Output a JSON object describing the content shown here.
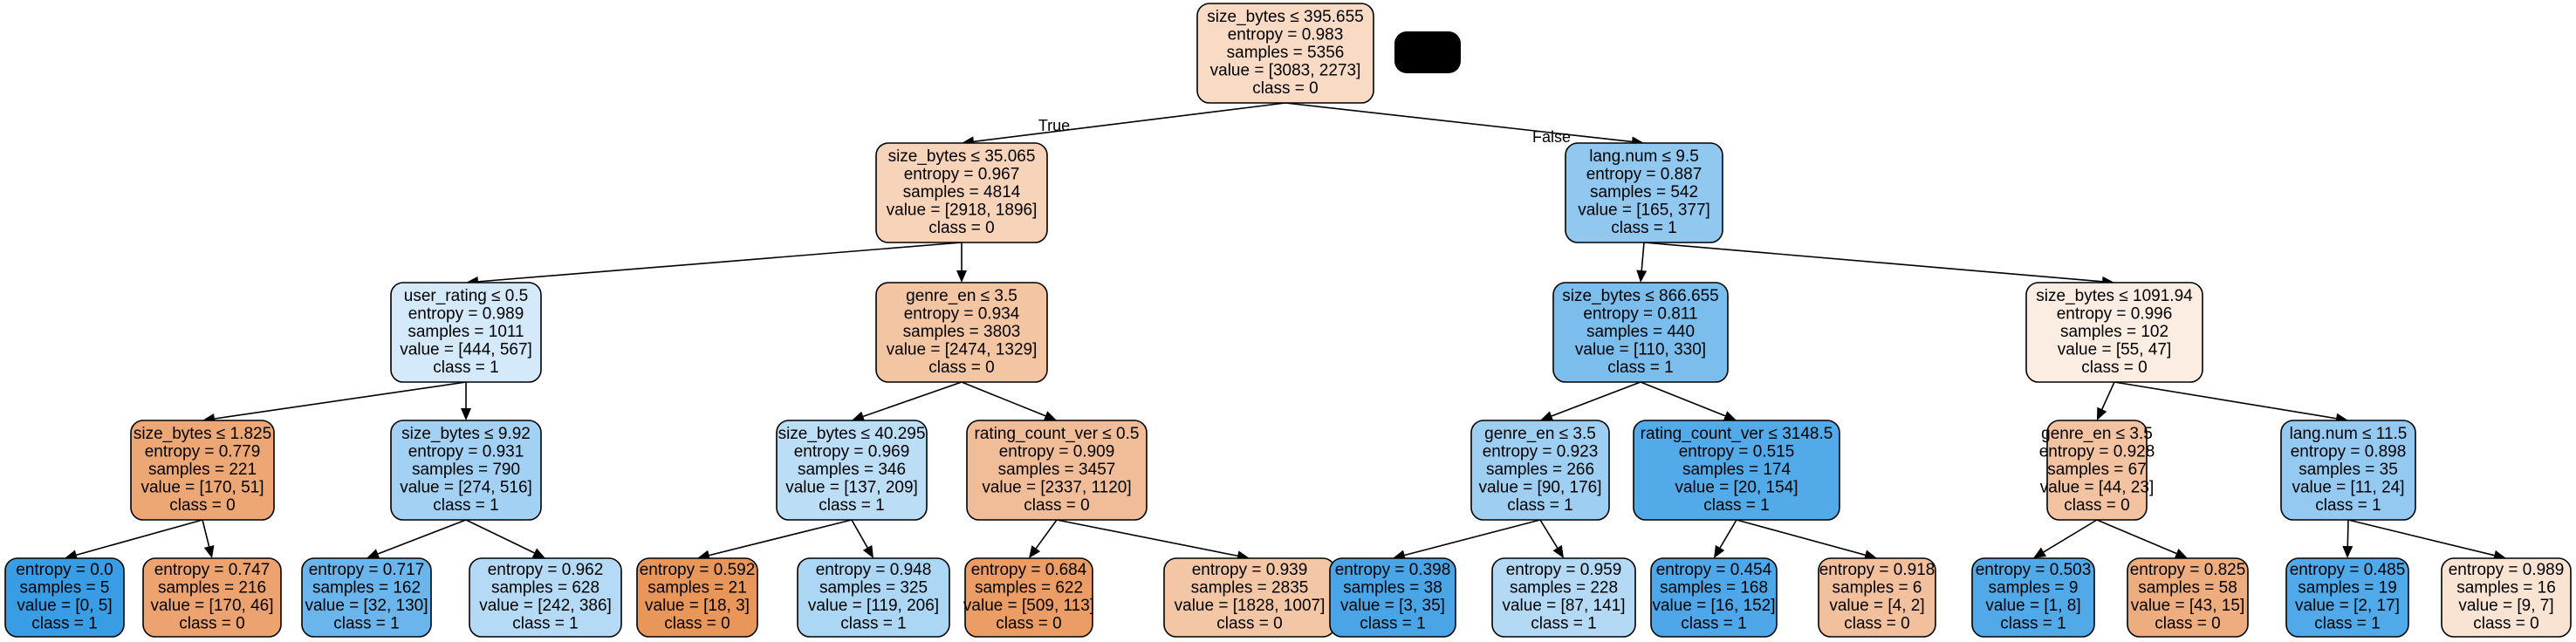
{
  "tree": {
    "edge_true_label": "True",
    "edge_false_label": "False",
    "redaction": {
      "color": "#000000"
    },
    "colors": {
      "class_0_light": "#fcebe0",
      "class_0_dark": "#e58139",
      "class_1_light": "#e3f1fb",
      "class_1_dark": "#3f9ee6"
    },
    "nodes": [
      {
        "id": "n0",
        "lines": [
          "size_bytes ≤ 395.655",
          "entropy = 0.983",
          "samples = 5356",
          "value = [3083, 2273]",
          "class = 0"
        ],
        "fill": "#f9dbc5"
      },
      {
        "id": "n1",
        "lines": [
          "size_bytes ≤ 35.065",
          "entropy = 0.967",
          "samples = 4814",
          "value = [2918, 1896]",
          "class = 0"
        ],
        "fill": "#f6d3b9"
      },
      {
        "id": "n2",
        "lines": [
          "user_rating ≤ 0.5",
          "entropy = 0.989",
          "samples = 1011",
          "value = [444, 567]",
          "class = 1"
        ],
        "fill": "#d4e9f9"
      },
      {
        "id": "n3",
        "lines": [
          "size_bytes ≤ 1.825",
          "entropy = 0.779",
          "samples = 221",
          "value = [170, 51]",
          "class = 0"
        ],
        "fill": "#eda774"
      },
      {
        "id": "n4",
        "lines": [
          "entropy = 0.0",
          "samples = 5",
          "value = [0, 5]",
          "class = 1"
        ],
        "fill": "#399de5"
      },
      {
        "id": "n5",
        "lines": [
          "entropy = 0.747",
          "samples = 216",
          "value = [170, 46]",
          "class = 0"
        ],
        "fill": "#eca36f"
      },
      {
        "id": "n6",
        "lines": [
          "size_bytes ≤ 9.92",
          "entropy = 0.931",
          "samples = 790",
          "value = [274, 516]",
          "class = 1"
        ],
        "fill": "#a2d1f3"
      },
      {
        "id": "n7",
        "lines": [
          "entropy = 0.717",
          "samples = 162",
          "value = [32, 130]",
          "class = 1"
        ],
        "fill": "#6ab5eb"
      },
      {
        "id": "n8",
        "lines": [
          "entropy = 0.962",
          "samples = 628",
          "value = [242, 386]",
          "class = 1"
        ],
        "fill": "#b5daf5"
      },
      {
        "id": "n9",
        "lines": [
          "genre_en ≤ 3.5",
          "entropy = 0.934",
          "samples = 3803",
          "value = [2474, 1329]",
          "class = 0"
        ],
        "fill": "#f3c5a3"
      },
      {
        "id": "n10",
        "lines": [
          "size_bytes ≤ 40.295",
          "entropy = 0.969",
          "samples = 346",
          "value = [137, 209]",
          "class = 1"
        ],
        "fill": "#bbddf6"
      },
      {
        "id": "n11",
        "lines": [
          "entropy = 0.592",
          "samples = 21",
          "value = [18, 3]",
          "class = 0"
        ],
        "fill": "#e9965a"
      },
      {
        "id": "n12",
        "lines": [
          "entropy = 0.948",
          "samples = 325",
          "value = [119, 206]",
          "class = 1"
        ],
        "fill": "#abd6f4"
      },
      {
        "id": "n13",
        "lines": [
          "rating_count_ver ≤ 0.5",
          "entropy = 0.909",
          "samples = 3457",
          "value = [2337, 1120]",
          "class = 0"
        ],
        "fill": "#f1bd98"
      },
      {
        "id": "n14",
        "lines": [
          "entropy = 0.684",
          "samples = 622",
          "value = [509, 113]",
          "class = 0"
        ],
        "fill": "#eb9d65"
      },
      {
        "id": "n15",
        "lines": [
          "entropy = 0.939",
          "samples = 2835",
          "value = [1828, 1007]",
          "class = 0"
        ],
        "fill": "#f3c6a6"
      },
      {
        "id": "n16",
        "lines": [
          "lang.num ≤ 9.5",
          "entropy = 0.887",
          "samples = 542",
          "value = [165, 377]",
          "class = 1"
        ],
        "fill": "#90c8f0"
      },
      {
        "id": "n17",
        "lines": [
          "size_bytes ≤ 866.655",
          "entropy = 0.811",
          "samples = 440",
          "value = [110, 330]",
          "class = 1"
        ],
        "fill": "#7bbeee"
      },
      {
        "id": "n18",
        "lines": [
          "genre_en ≤ 3.5",
          "entropy = 0.923",
          "samples = 266",
          "value = [90, 176]",
          "class = 1"
        ],
        "fill": "#9ecff2"
      },
      {
        "id": "n19",
        "lines": [
          "entropy = 0.398",
          "samples = 38",
          "value = [3, 35]",
          "class = 1"
        ],
        "fill": "#4aa5e7"
      },
      {
        "id": "n20",
        "lines": [
          "entropy = 0.959",
          "samples = 228",
          "value = [87, 141]",
          "class = 1"
        ],
        "fill": "#b3d9f5"
      },
      {
        "id": "n21",
        "lines": [
          "rating_count_ver ≤ 3148.5",
          "entropy = 0.515",
          "samples = 174",
          "value = [20, 154]",
          "class = 1"
        ],
        "fill": "#53aae8"
      },
      {
        "id": "n22",
        "lines": [
          "entropy = 0.454",
          "samples = 168",
          "value = [16, 152]",
          "class = 1"
        ],
        "fill": "#4ea7e8"
      },
      {
        "id": "n23",
        "lines": [
          "entropy = 0.918",
          "samples = 6",
          "value = [4, 2]",
          "class = 0"
        ],
        "fill": "#f2c09c"
      },
      {
        "id": "n24",
        "lines": [
          "size_bytes ≤ 1091.94",
          "entropy = 0.996",
          "samples = 102",
          "value = [55, 47]",
          "class = 0"
        ],
        "fill": "#fbede2"
      },
      {
        "id": "n25",
        "lines": [
          "genre_en ≤ 3.5",
          "entropy = 0.928",
          "samples = 67",
          "value = [44, 23]",
          "class = 0"
        ],
        "fill": "#f3c3a1"
      },
      {
        "id": "n26",
        "lines": [
          "entropy = 0.503",
          "samples = 9",
          "value = [1, 8]",
          "class = 1"
        ],
        "fill": "#52a9e8"
      },
      {
        "id": "n27",
        "lines": [
          "entropy = 0.825",
          "samples = 58",
          "value = [43, 15]",
          "class = 0"
        ],
        "fill": "#eead7e"
      },
      {
        "id": "n28",
        "lines": [
          "lang.num ≤ 11.5",
          "entropy = 0.898",
          "samples = 35",
          "value = [11, 24]",
          "class = 1"
        ],
        "fill": "#94caf1"
      },
      {
        "id": "n29",
        "lines": [
          "entropy = 0.485",
          "samples = 19",
          "value = [2, 17]",
          "class = 1"
        ],
        "fill": "#50a9e8"
      },
      {
        "id": "n30",
        "lines": [
          "entropy = 0.989",
          "samples = 16",
          "value = [9, 7]",
          "class = 0"
        ],
        "fill": "#f9e3d3"
      }
    ],
    "edges": [
      [
        "n0",
        "n1"
      ],
      [
        "n1",
        "n2"
      ],
      [
        "n2",
        "n3"
      ],
      [
        "n3",
        "n4"
      ],
      [
        "n3",
        "n5"
      ],
      [
        "n2",
        "n6"
      ],
      [
        "n6",
        "n7"
      ],
      [
        "n6",
        "n8"
      ],
      [
        "n1",
        "n9"
      ],
      [
        "n9",
        "n10"
      ],
      [
        "n10",
        "n11"
      ],
      [
        "n10",
        "n12"
      ],
      [
        "n9",
        "n13"
      ],
      [
        "n13",
        "n14"
      ],
      [
        "n13",
        "n15"
      ],
      [
        "n0",
        "n16"
      ],
      [
        "n16",
        "n17"
      ],
      [
        "n17",
        "n18"
      ],
      [
        "n18",
        "n19"
      ],
      [
        "n18",
        "n20"
      ],
      [
        "n17",
        "n21"
      ],
      [
        "n21",
        "n22"
      ],
      [
        "n21",
        "n23"
      ],
      [
        "n16",
        "n24"
      ],
      [
        "n24",
        "n25"
      ],
      [
        "n25",
        "n26"
      ],
      [
        "n25",
        "n27"
      ],
      [
        "n24",
        "n28"
      ],
      [
        "n28",
        "n29"
      ],
      [
        "n28",
        "n30"
      ]
    ]
  }
}
